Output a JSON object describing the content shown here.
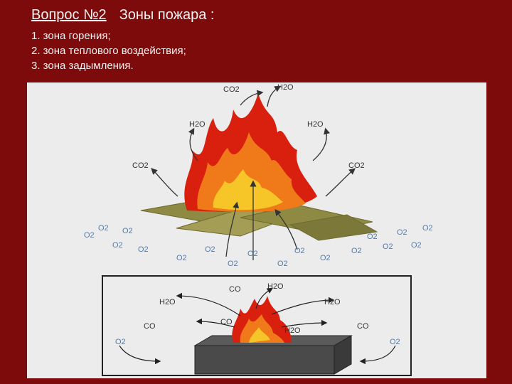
{
  "slide": {
    "question": "Вопрос №2",
    "heading": "Зоны пожара :",
    "items": [
      "1. зона горения;",
      "2. зона теплового воздействия;",
      "3. зона задымления."
    ]
  },
  "figure": {
    "top": {
      "co2_labels": [
        "CO2",
        "CO2",
        "CO2"
      ],
      "h2o_labels": [
        "H2O",
        "H2O",
        "H2O"
      ],
      "o2_label": "O2"
    },
    "bottom": {
      "co_labels": [
        "CO",
        "CO",
        "CO",
        "CO"
      ],
      "h2o_labels": [
        "H2O",
        "H2O",
        "H2O",
        "H2O"
      ],
      "o2_labels": [
        "O2",
        "O2"
      ]
    }
  }
}
